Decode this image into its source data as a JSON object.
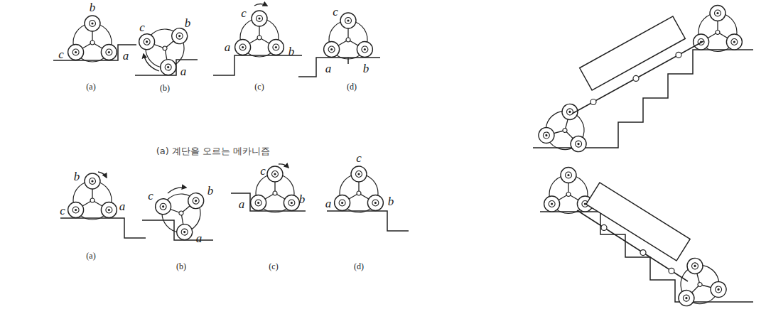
{
  "diagram": {
    "caption": "(a) 계단을 오르는 메카니즘",
    "labels": [
      "b",
      "c",
      "a",
      "(a)",
      "c",
      "b",
      "a",
      "(b)",
      "c",
      "a",
      "b",
      "(c)",
      "c",
      "a",
      "b",
      "(d)",
      "b",
      "c",
      "a",
      "(a)",
      "c",
      "b",
      "a",
      "(b)",
      "c",
      "a",
      "b",
      "(c)",
      "c",
      "a",
      "b",
      "(d)"
    ]
  }
}
